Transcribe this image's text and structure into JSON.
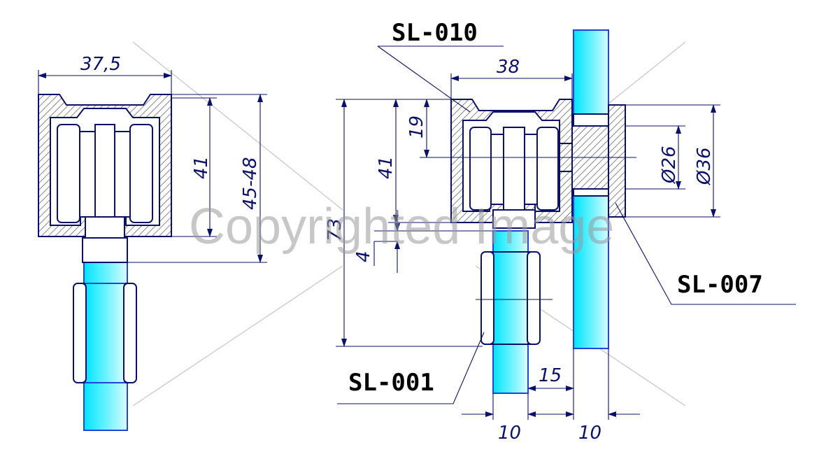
{
  "labels": {
    "sl010": "SL-010",
    "sl007": "SL-007",
    "sl001": "SL-001"
  },
  "dimensions": {
    "left_width": "37,5",
    "left_inner_height": "41",
    "left_total_height": "45-48",
    "right_width": "38",
    "right_19": "19",
    "right_41": "41",
    "right_73": "73",
    "right_4": "4",
    "diam_26": "Ø26",
    "diam_36": "Ø36",
    "offset_15": "15",
    "bottom_10_a": "10",
    "bottom_10_b": "10"
  },
  "watermark": "Copyrighted Image",
  "colors": {
    "line": "#0b1166",
    "glass": "#00e5ff",
    "glass_edge": "#2244dd",
    "hatch": "#555555"
  }
}
